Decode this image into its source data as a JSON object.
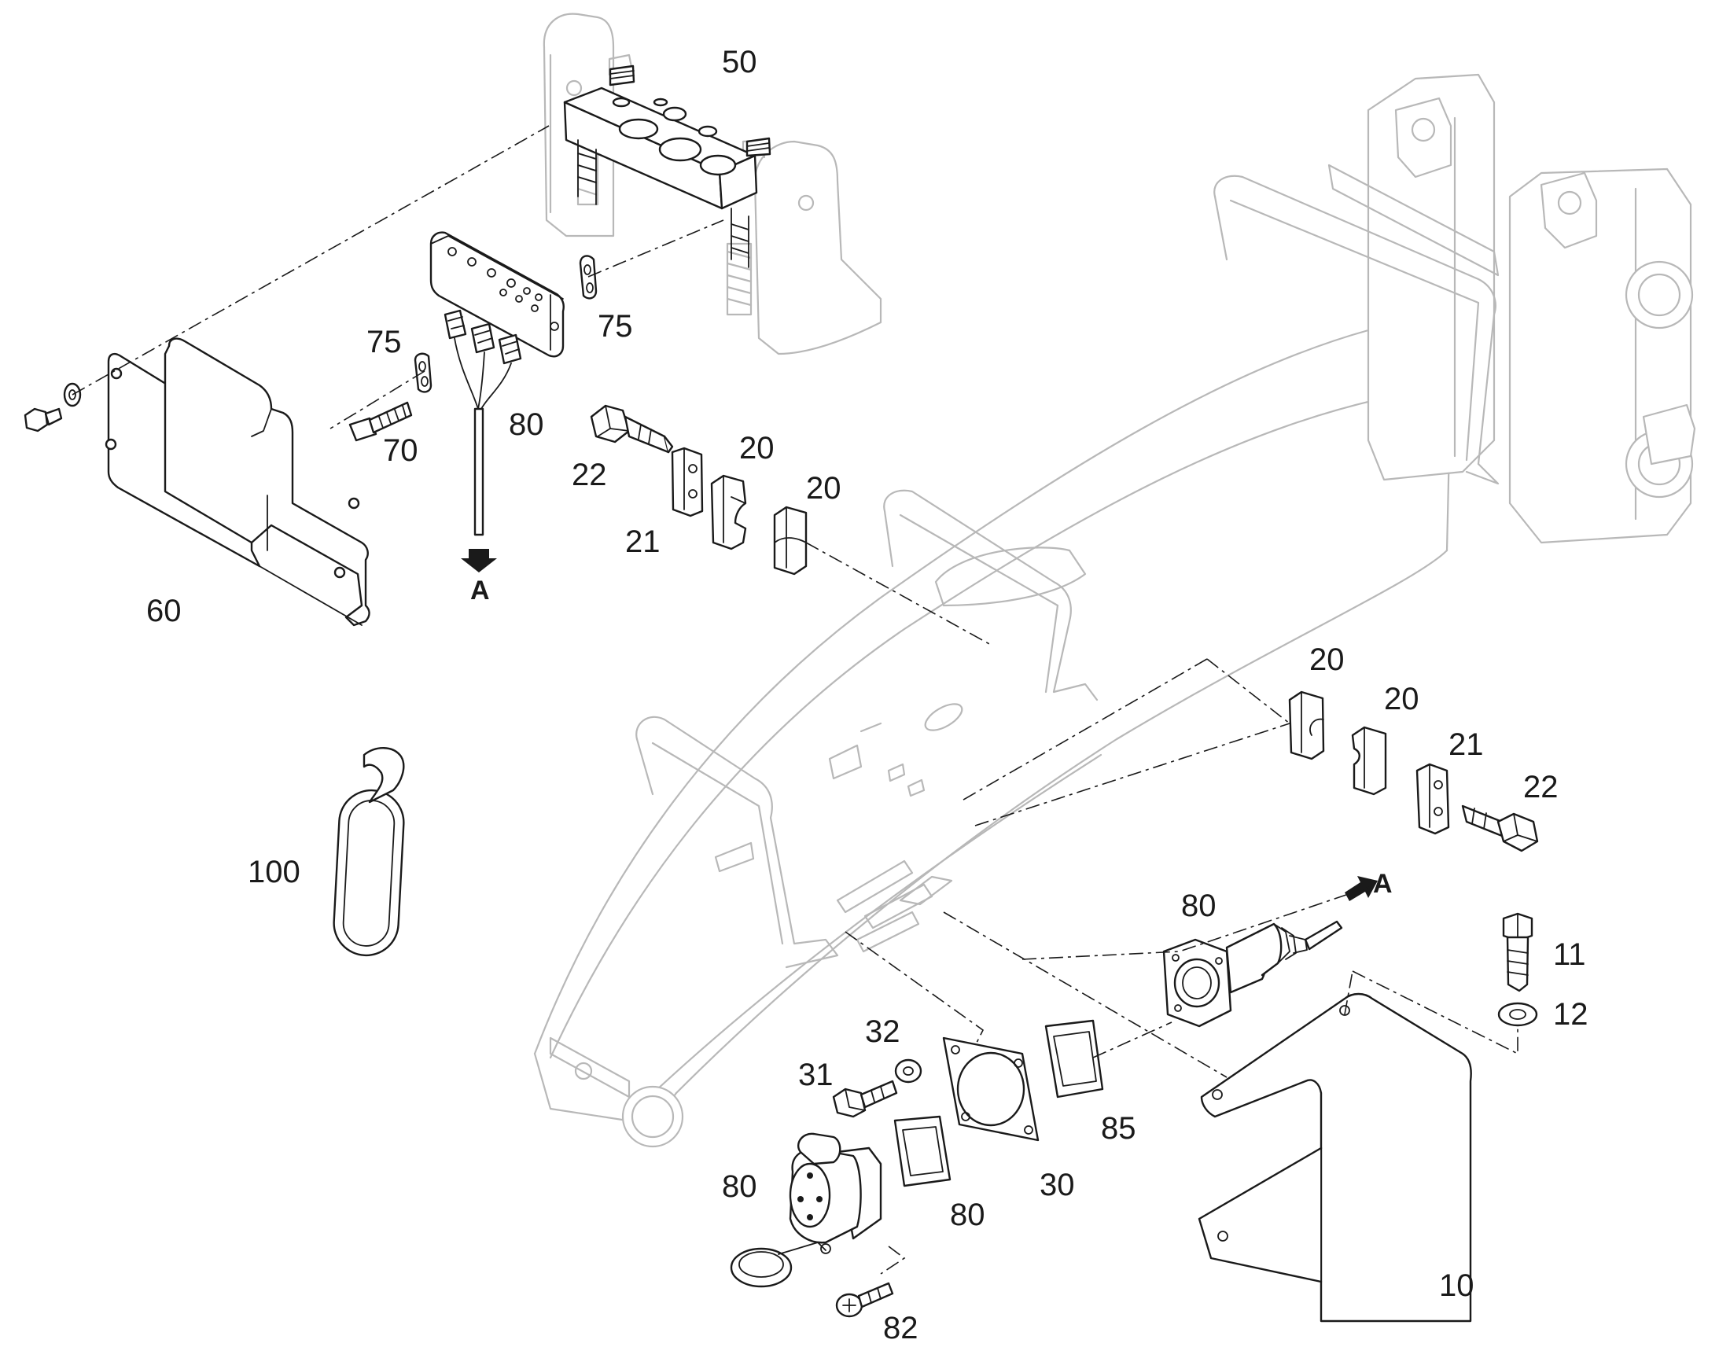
{
  "diagram": {
    "callouts": [
      {
        "key": "p50",
        "text": "50"
      },
      {
        "key": "p75a",
        "text": "75"
      },
      {
        "key": "p75b",
        "text": "75"
      },
      {
        "key": "p70",
        "text": "70"
      },
      {
        "key": "p80top",
        "text": "80"
      },
      {
        "key": "pAtop",
        "text": "A"
      },
      {
        "key": "p60",
        "text": "60"
      },
      {
        "key": "p22a",
        "text": "22"
      },
      {
        "key": "p21a",
        "text": "21"
      },
      {
        "key": "p20a",
        "text": "20"
      },
      {
        "key": "p20b",
        "text": "20"
      },
      {
        "key": "p100",
        "text": "100"
      },
      {
        "key": "p20c",
        "text": "20"
      },
      {
        "key": "p20d",
        "text": "20"
      },
      {
        "key": "p21b",
        "text": "21"
      },
      {
        "key": "p22b",
        "text": "22"
      },
      {
        "key": "pAright",
        "text": "A"
      },
      {
        "key": "p80mid",
        "text": "80"
      },
      {
        "key": "p11",
        "text": "11"
      },
      {
        "key": "p12",
        "text": "12"
      },
      {
        "key": "p32",
        "text": "32"
      },
      {
        "key": "p31",
        "text": "31"
      },
      {
        "key": "p85",
        "text": "85"
      },
      {
        "key": "p30",
        "text": "30"
      },
      {
        "key": "p80gasket",
        "text": "80"
      },
      {
        "key": "p80socket",
        "text": "80"
      },
      {
        "key": "p82",
        "text": "82"
      },
      {
        "key": "p10",
        "text": "10"
      }
    ]
  }
}
